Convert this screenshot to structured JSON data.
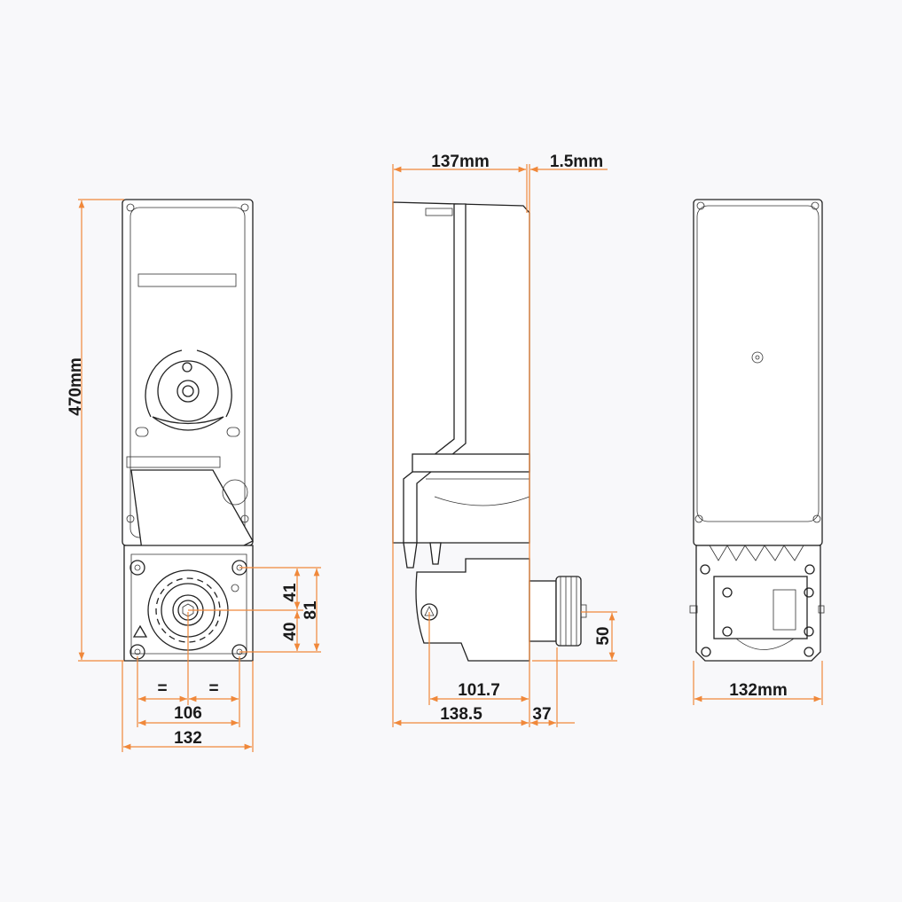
{
  "colors": {
    "background": "#f8f8fa",
    "dimension": "#f0883a",
    "outline": "#222222"
  },
  "front_view": {
    "height_label": "470mm",
    "upper_spacing_label": "41",
    "lower_spacing_label": "40",
    "vertical_total_label": "81",
    "equal_left_label": "=",
    "equal_right_label": "=",
    "hole_spacing_label": "106",
    "width_label": "132"
  },
  "side_view": {
    "depth_label": "137mm",
    "offset_label": "1.5mm",
    "shaft_depth_label": "101.7",
    "total_depth_label": "138.5",
    "pinion_width_label": "37",
    "pinion_height_label": "50"
  },
  "rear_view": {
    "width_label": "132mm"
  }
}
